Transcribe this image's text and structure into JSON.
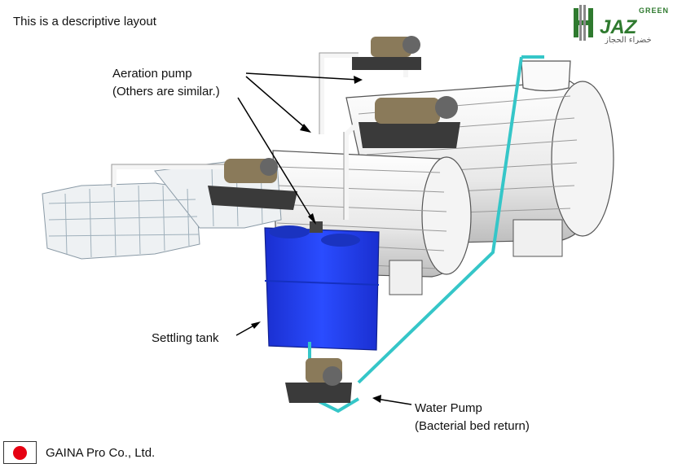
{
  "header": {
    "title": "This is a descriptive layout"
  },
  "logo": {
    "word_top": "GREEN",
    "word_main": "HIJAZ",
    "arabic": "خضراء الحجاز",
    "color": "#2f7a2f"
  },
  "labels": {
    "aeration_pump_line1": "Aeration pump",
    "aeration_pump_line2": "(Others are similar.)",
    "settling_tank": "Settling tank",
    "water_pump_line1": "Water Pump",
    "water_pump_line2": "(Bacterial bed return)"
  },
  "footer": {
    "company": "GAINA Pro Co., Ltd.",
    "flag": "japan-flag-icon"
  },
  "colors": {
    "tank": "#1f3fe6",
    "pipe": "#35c6c8",
    "vessel": "#f2f2f2",
    "dark": "#3a3a3a"
  }
}
